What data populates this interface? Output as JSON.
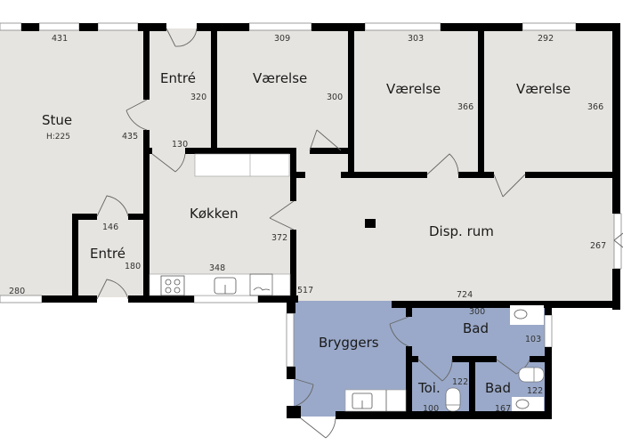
{
  "colors": {
    "floor": "#e6e4e0",
    "wet_floor": "#9aa9c9",
    "wall": "#000000",
    "window": "#ffffff",
    "fixture": "#ffffff",
    "line": "#555555"
  },
  "rooms": {
    "stue": {
      "label": "Stue",
      "height": "H:225",
      "dim_top": "431",
      "dim_right": "435",
      "dim_bottom": "280"
    },
    "entre_top": {
      "label": "Entré",
      "dim_right": "320",
      "dim_bottom": "130"
    },
    "vaerelse_1": {
      "label": "Værelse",
      "dim_top": "309",
      "dim_right": "300"
    },
    "vaerelse_2": {
      "label": "Værelse",
      "dim_top": "303",
      "dim_right": "366"
    },
    "vaerelse_3": {
      "label": "Værelse",
      "dim_top": "292",
      "dim_right": "366"
    },
    "kokken": {
      "label": "Køkken",
      "dim_right": "372",
      "dim_bottom": "348"
    },
    "entre_bottom": {
      "label": "Entré",
      "dim_top": "146",
      "dim_right": "180"
    },
    "disp_rum": {
      "label": "Disp. rum",
      "dim_left": "517",
      "dim_bottom": "724",
      "dim_right": "267"
    },
    "bryggers": {
      "label": "Bryggers"
    },
    "bad_1": {
      "label": "Bad",
      "dim_top": "300",
      "dim_right": "103"
    },
    "toilet": {
      "label": "Toi.",
      "dim_right": "122",
      "dim_bottom": "100"
    },
    "bad_2": {
      "label": "Bad",
      "dim_right": "122",
      "dim_bottom": "167"
    }
  }
}
